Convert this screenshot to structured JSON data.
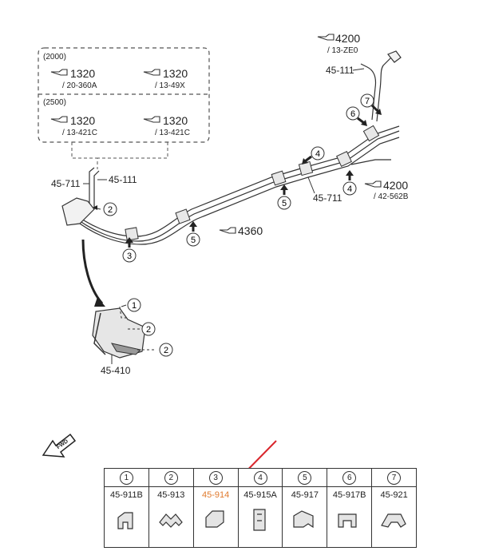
{
  "diagram": {
    "refs": [
      {
        "id": "r2000_1",
        "code": "1320",
        "sub": "/ 20-360A"
      },
      {
        "id": "r2000_2",
        "code": "1320",
        "sub": "/ 13-49X"
      },
      {
        "id": "r2500_1",
        "code": "1320",
        "sub": "/ 13-421C"
      },
      {
        "id": "r2500_2",
        "code": "1320",
        "sub": "/ 13-421C"
      },
      {
        "id": "top_right",
        "code": "4200",
        "sub": "/ 13-ZE0"
      },
      {
        "id": "right",
        "code": "4200",
        "sub": "/ 42-562B"
      },
      {
        "id": "center",
        "code": "4360",
        "sub": ""
      }
    ],
    "groups": {
      "g2000": "(2000)",
      "g2500": "(2500)"
    },
    "parts": {
      "p45711_left": "45-711",
      "p45111_left": "45-111",
      "p45111_top": "45-111",
      "p45711_right": "45-711",
      "p45410": "45-410"
    },
    "fwd_label": "FWD",
    "callouts": [
      "1",
      "2",
      "3",
      "4",
      "5",
      "6",
      "7"
    ]
  },
  "legend": {
    "items": [
      {
        "num": "1",
        "part": "45-911B",
        "highlight": false
      },
      {
        "num": "2",
        "part": "45-913",
        "highlight": false
      },
      {
        "num": "3",
        "part": "45-914",
        "highlight": true
      },
      {
        "num": "4",
        "part": "45-915A",
        "highlight": false
      },
      {
        "num": "5",
        "part": "45-917",
        "highlight": false
      },
      {
        "num": "6",
        "part": "45-917B",
        "highlight": false
      },
      {
        "num": "7",
        "part": "45-921",
        "highlight": false
      }
    ]
  },
  "colors": {
    "line": "#333333",
    "dash": "#555555",
    "highlight": "#e07a2e",
    "arrow": "#d9262c"
  }
}
